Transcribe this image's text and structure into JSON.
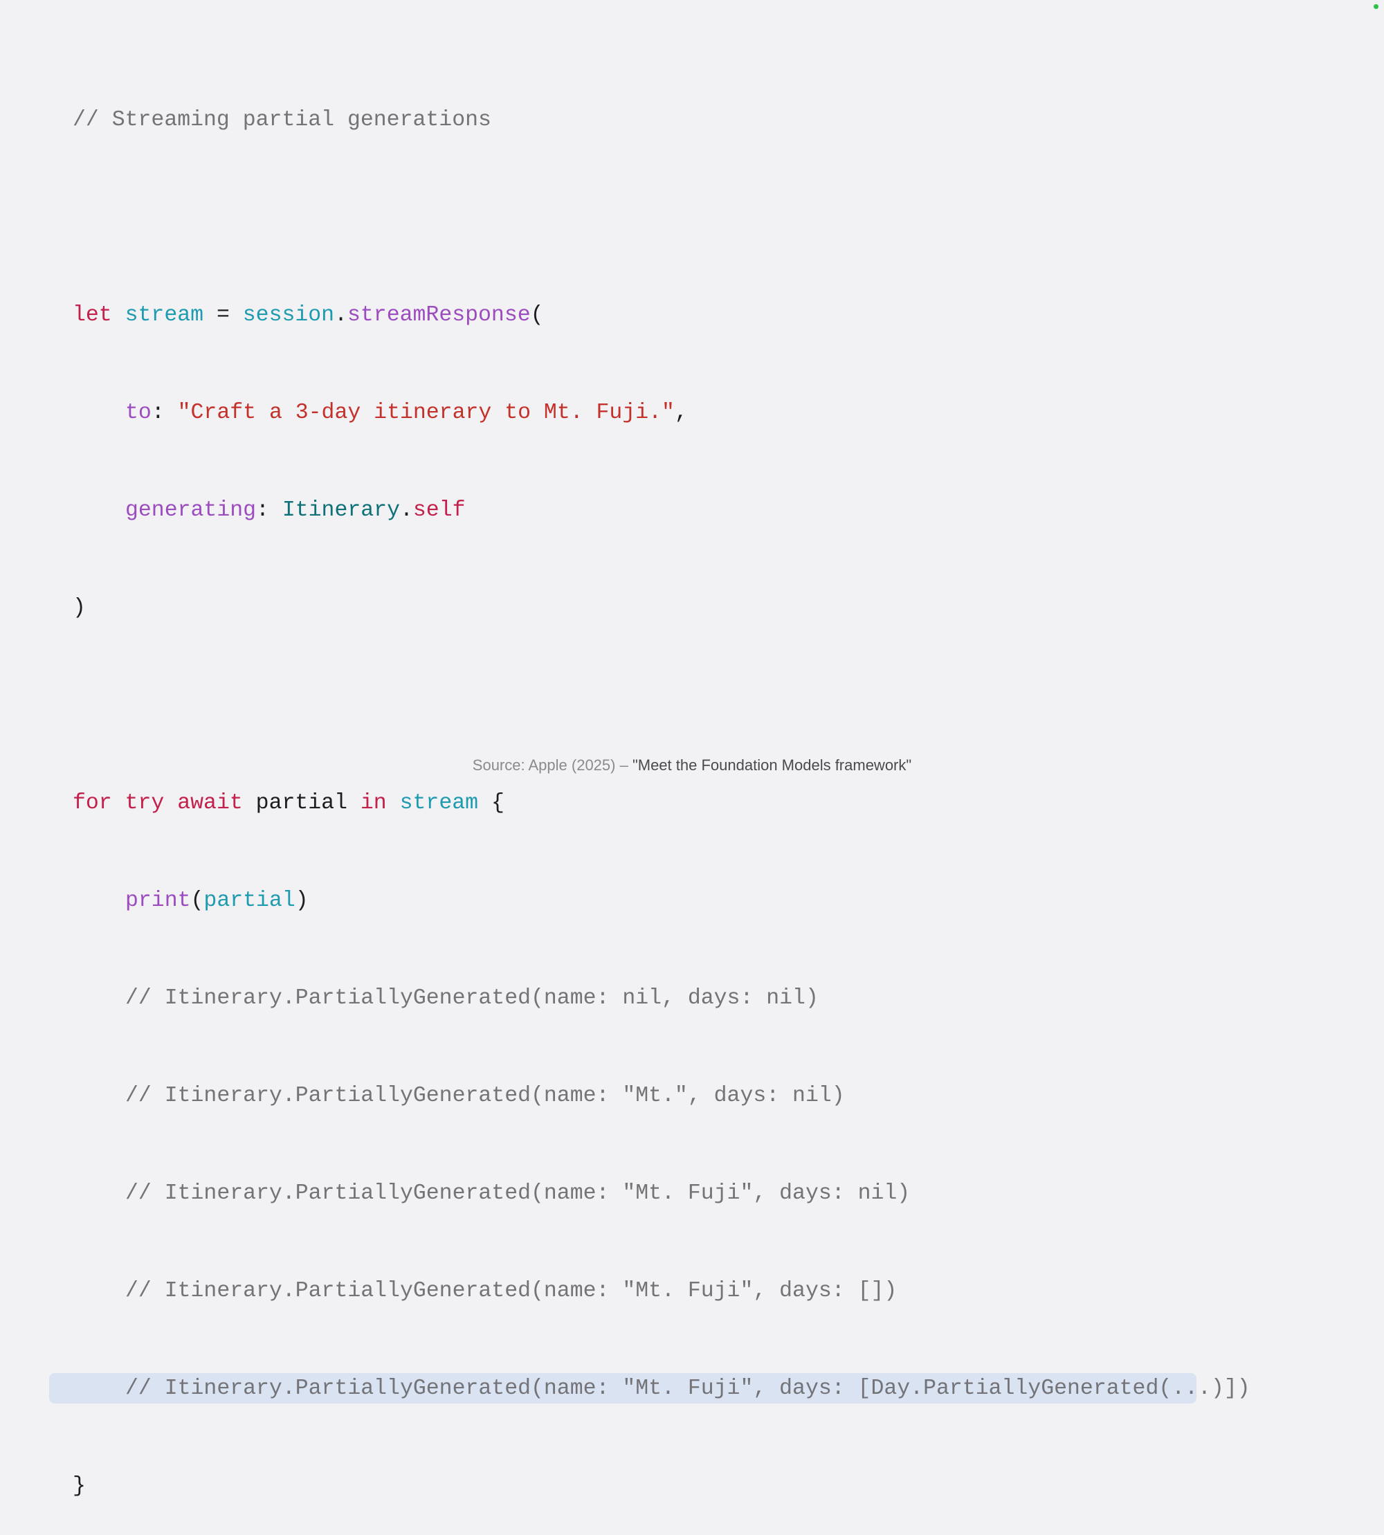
{
  "code": {
    "comment_header": "// Streaming partial generations",
    "line_let": {
      "kw": "let",
      "var": "stream",
      "eq": " = ",
      "obj": "session",
      "dot": ".",
      "method": "streamResponse",
      "open": "("
    },
    "line_to": {
      "label": "to",
      "colon": ": ",
      "value": "\"Craft a 3-day itinerary to Mt. Fuji.\"",
      "comma": ","
    },
    "line_generating": {
      "label": "generating",
      "colon": ": ",
      "type": "Itinerary",
      "dot": ".",
      "self": "self"
    },
    "line_close": ")",
    "line_for": {
      "for": "for",
      "try": "try",
      "await": "await",
      "var": "partial",
      "in": "in",
      "seq": "stream",
      "brace": "{"
    },
    "line_print": {
      "fn": "print",
      "open": "(",
      "arg": "partial",
      "close": ")"
    },
    "comments": [
      "// Itinerary.PartiallyGenerated(name: nil, days: nil)",
      "// Itinerary.PartiallyGenerated(name: \"Mt.\", days: nil)",
      "// Itinerary.PartiallyGenerated(name: \"Mt. Fuji\", days: nil)",
      "// Itinerary.PartiallyGenerated(name: \"Mt. Fuji\", days: [])",
      "// Itinerary.PartiallyGenerated(name: \"Mt. Fuji\", days: [Day.PartiallyGenerated(...)])"
    ],
    "highlighted_comment_index": 4,
    "line_end": "}"
  },
  "footer": {
    "source_prefix": "Source: Apple (2025) – ",
    "source_title": "\"Meet the Foundation Models framework\""
  },
  "colors": {
    "background": "#f2f2f4",
    "keyword": "#c3204c",
    "identifier": "#1e9bb0",
    "function": "#9d4cc0",
    "string": "#c4312a",
    "type": "#0f7178",
    "comment": "#737378",
    "highlight": "#d9e3f2",
    "indicator": "#2ec14a"
  }
}
